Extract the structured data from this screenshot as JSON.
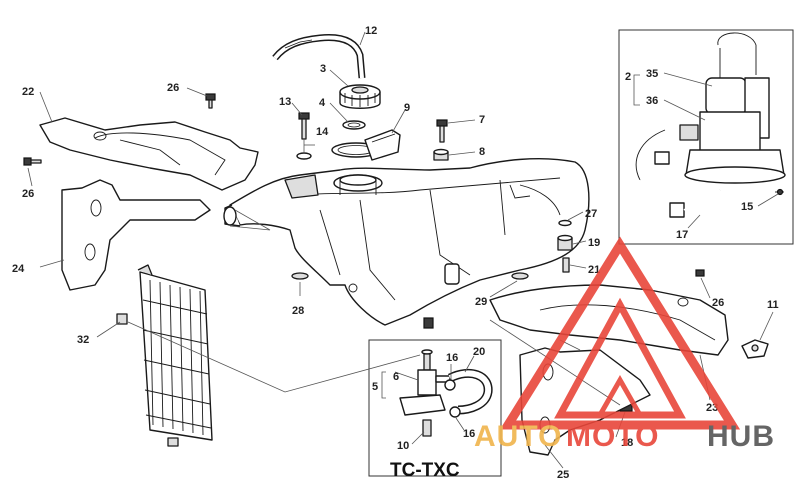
{
  "callouts": {
    "c2": "2",
    "c3": "3",
    "c4": "4",
    "c5": "5",
    "c6": "6",
    "c7": "7",
    "c8": "8",
    "c9": "9",
    "c10": "10",
    "c11": "11",
    "c12": "12",
    "c13": "13",
    "c14": "14",
    "c15": "15",
    "c16a": "16",
    "c16b": "16",
    "c17": "17",
    "c18": "18",
    "c19": "19",
    "c20": "20",
    "c21": "21",
    "c22": "22",
    "c23": "23",
    "c24": "24",
    "c25": "25",
    "c26a": "26",
    "c26b": "26",
    "c26c": "26",
    "c27": "27",
    "c28": "28",
    "c29": "29",
    "c32": "32",
    "c35": "35",
    "c36": "36"
  },
  "inset_label": "TC-TXC",
  "watermark": {
    "part1": "AUTO",
    "part2": "MOTO",
    "part3": "HUB",
    "colors": {
      "auto": "#f0b44c",
      "moto": "#e8463a",
      "hub": "#555555",
      "triangle": "#e8463a"
    }
  }
}
